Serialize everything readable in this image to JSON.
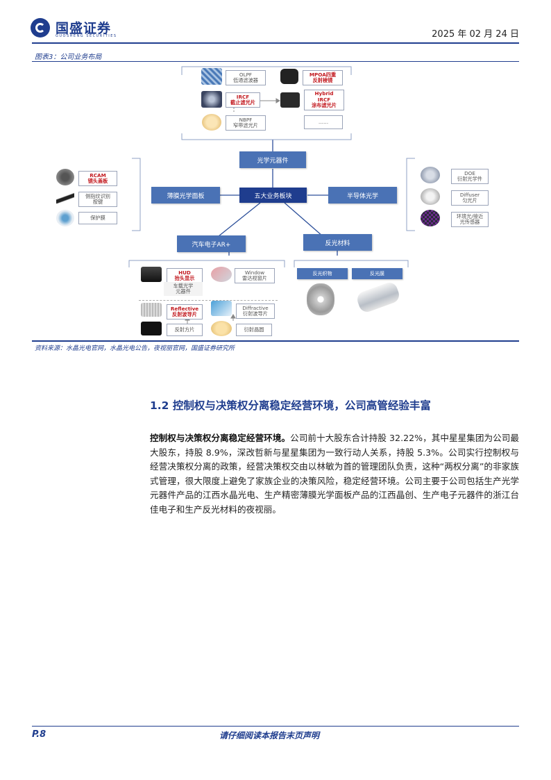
{
  "header": {
    "brand_name": "国盛证券",
    "brand_sub": "GUOSHENG SECURITIES",
    "date": "2025 年 02 月 24 日"
  },
  "figure": {
    "caption": "图表3：公司业务布局",
    "source": "资料来源：水晶光电官网，水晶光电公告，夜视丽官网，国盛证券研究所",
    "center": "五大业务板块",
    "branches": {
      "optical": "光学元器件",
      "film": "薄膜光学面板",
      "semi": "半导体光学",
      "auto": "汽车电子AR+",
      "reflect": "反光材料"
    },
    "optical_items": [
      {
        "line1": "OLPF",
        "line2": "低通滤波器"
      },
      {
        "line1": "MPOA四重",
        "line2": "反射棱镜"
      },
      {
        "line1": "IRCF",
        "line2": "截止滤光片"
      },
      {
        "line1": "Hybrid",
        "line2": "IRCF",
        "line3": "涂布滤光片"
      },
      {
        "line1": "NBPF",
        "line2": "窄带滤光片"
      },
      {
        "line1": "……"
      }
    ],
    "film_items": [
      {
        "line1": "RCAM",
        "line2": "镜头盖板"
      },
      {
        "line1": "侧指纹识别",
        "line2": "按键"
      },
      {
        "line1": "保护膜"
      }
    ],
    "semi_items": [
      {
        "line1": "DOE",
        "line2": "衍射光学件"
      },
      {
        "line1": "Diffuser",
        "line2": "匀光片"
      },
      {
        "line1": "环境光/接近",
        "line2": "光传感器"
      }
    ],
    "auto_items": [
      {
        "line1": "HUD",
        "line2": "抬头显示"
      },
      {
        "line1": "Window",
        "line2": "雷达视窗片"
      },
      {
        "line1": "车载光学",
        "line2": "元器件"
      },
      {
        "line1": "Reflective",
        "line2": "反射波导片"
      },
      {
        "line1": "Diffractive",
        "line2": "衍射波导片"
      },
      {
        "line1": "反射方片"
      },
      {
        "line1": "衍射晶圆"
      }
    ],
    "reflect_items": [
      {
        "line1": "反光织物"
      },
      {
        "line1": "反光膜"
      }
    ]
  },
  "section": {
    "title": "1.2 控制权与决策权分离稳定经营环境，公司高管经验丰富",
    "lead": "控制权与决策权分离稳定经营环境。",
    "body": "公司前十大股东合计持股 32.22%，其中星星集团为公司最大股东，持股 8.9%，深改哲新与星星集团为一致行动人关系，持股 5.3%。公司实行控制权与经营决策权分离的政策，经营决策权交由以林敏为首的管理团队负责，这种“两权分离”的非家族式管理，很大限度上避免了家族企业的决策风险，稳定经营环境。公司主要于公司包括生产光学元器件产品的江西水晶光电、生产精密薄膜光学面板产品的江西晶创、生产电子元器件的浙江台佳电子和生产反光材料的夜视丽。"
  },
  "footer": {
    "page": "P.8",
    "note": "请仔细阅读本报告末页声明"
  },
  "colors": {
    "brand_blue": "#1f3d8e",
    "box_blue": "#4a72b5",
    "highlight_red": "#c2191f"
  }
}
